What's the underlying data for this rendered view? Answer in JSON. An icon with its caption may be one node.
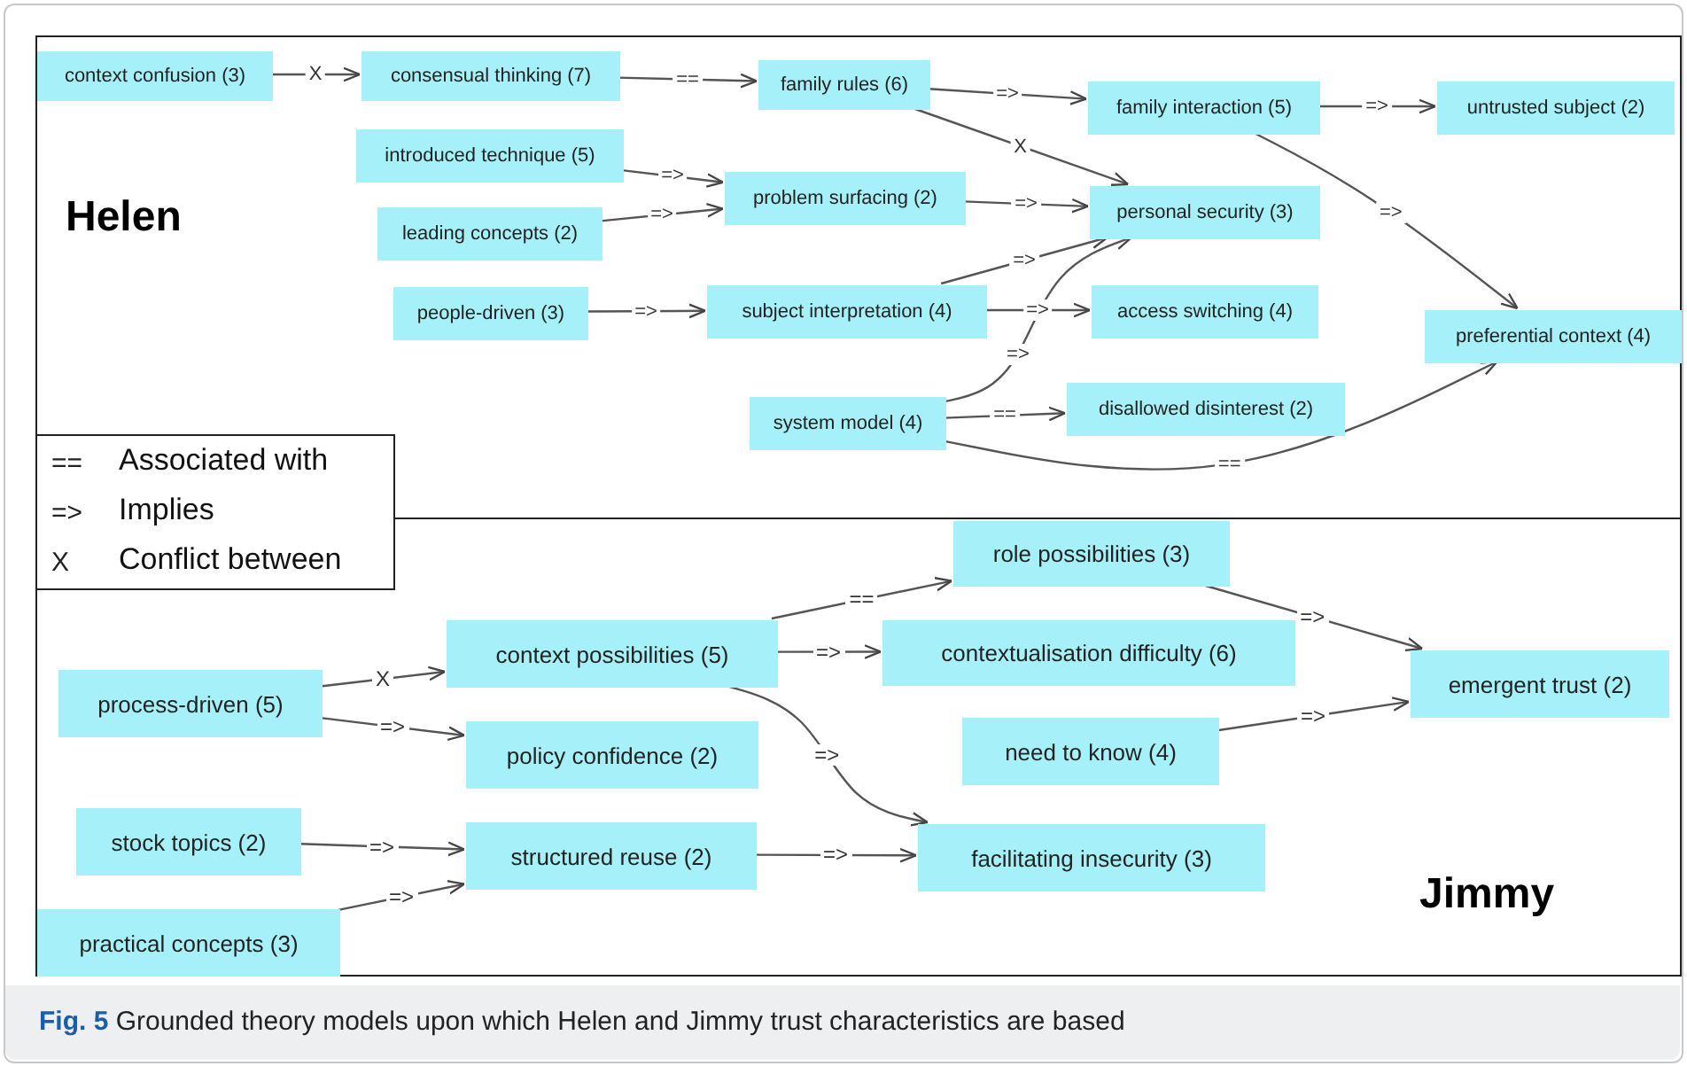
{
  "diagram": {
    "caption": "**Fig. 5** Grounded theory models upon which Helen and Jimmy trust characteristics are based",
    "nodes": [
      {
        "text": [
          "Helen"
        ]
      },
      {
        "text": [
          "context confusion (3)"
        ],
        "in": 0
      },
      {
        "text": [
          "consensual thinking (7)"
        ],
        "in": 0
      },
      {
        "text": [
          "family rules (6)"
        ],
        "in": 0
      },
      {
        "text": [
          "family interaction (5)"
        ],
        "in": 0
      },
      {
        "text": [
          "untrusted subject (2)"
        ],
        "in": 0
      },
      {
        "text": [
          "introduced technique (5)"
        ],
        "in": 0
      },
      {
        "text": [
          "problem surfacing (2)"
        ],
        "in": 0
      },
      {
        "text": [
          "leading concepts (2)"
        ],
        "in": 0
      },
      {
        "text": [
          "personal security (3)"
        ],
        "in": 0
      },
      {
        "text": [
          "people-driven (3)"
        ],
        "in": 0
      },
      {
        "text": [
          "subject interpretation (4)"
        ],
        "in": 0
      },
      {
        "text": [
          "access switching (4)"
        ],
        "in": 0
      },
      {
        "text": [
          "preferential context (4)"
        ],
        "in": 0
      },
      {
        "text": [
          "system model (4)"
        ],
        "in": 0
      },
      {
        "text": [
          "disallowed disinterest (2)"
        ],
        "in": 0
      },
      {
        "text": [
          "Jimmy"
        ]
      },
      {
        "text": [
          "role possibilities (3)"
        ],
        "in": 16
      },
      {
        "text": [
          "context possibilities (5)"
        ],
        "in": 16
      },
      {
        "text": [
          "contextualisation difficulty (6)"
        ],
        "in": 16
      },
      {
        "text": [
          "emergent trust (2)"
        ],
        "in": 16
      },
      {
        "text": [
          "process-driven (5)"
        ],
        "in": 16
      },
      {
        "text": [
          "policy confidence (2)"
        ],
        "in": 16
      },
      {
        "text": [
          "need to know (4)"
        ],
        "in": 16
      },
      {
        "text": [
          "stock topics (2)"
        ],
        "in": 16
      },
      {
        "text": [
          "structured reuse (2)"
        ],
        "in": 16
      },
      {
        "text": [
          "facilitating insecurity (3)"
        ],
        "in": 16
      },
      {
        "text": [
          "practical concepts (3)"
        ],
        "in": 16
      }
    ],
    "edges": [
      {
        "from": 1,
        "to": 2,
        "arrow": "to",
        "label": "X"
      },
      {
        "from": 2,
        "to": 3,
        "arrow": "to",
        "label": "=="
      },
      {
        "from": 3,
        "to": 4,
        "arrow": "to",
        "label": "=>"
      },
      {
        "from": 3,
        "to": 9,
        "arrow": "to",
        "label": "X"
      },
      {
        "from": 4,
        "to": 5,
        "arrow": "to",
        "label": "=>"
      },
      {
        "from": 4,
        "to": 13,
        "arrow": "to",
        "label": "=>"
      },
      {
        "from": 6,
        "to": 7,
        "arrow": "to",
        "label": "=>"
      },
      {
        "from": 8,
        "to": 7,
        "arrow": "to",
        "label": "=>"
      },
      {
        "from": 7,
        "to": 9,
        "arrow": "to",
        "label": "=>"
      },
      {
        "from": 10,
        "to": 11,
        "arrow": "to",
        "label": "=>"
      },
      {
        "from": 11,
        "to": 9,
        "arrow": "to",
        "label": "=>"
      },
      {
        "from": 11,
        "to": 12,
        "arrow": "to",
        "label": "=>"
      },
      {
        "from": 14,
        "to": 9,
        "arrow": "to",
        "label": "=>"
      },
      {
        "from": 14,
        "to": 15,
        "arrow": "to",
        "label": "=="
      },
      {
        "from": 14,
        "to": 13,
        "arrow": "to",
        "label": "=="
      },
      {
        "from": 21,
        "to": 18,
        "arrow": "to",
        "label": "X"
      },
      {
        "from": 21,
        "to": 22,
        "arrow": "to",
        "label": "=>"
      },
      {
        "from": 18,
        "to": 17,
        "arrow": "to",
        "label": "=="
      },
      {
        "from": 18,
        "to": 19,
        "arrow": "to",
        "label": "=>"
      },
      {
        "from": 18,
        "to": 26,
        "arrow": "to",
        "label": "=>"
      },
      {
        "from": 17,
        "to": 20,
        "arrow": "to",
        "label": "=>"
      },
      {
        "from": 23,
        "to": 20,
        "arrow": "to",
        "label": "=>"
      },
      {
        "from": 24,
        "to": 25,
        "arrow": "to",
        "label": "=>"
      },
      {
        "from": 27,
        "to": 25,
        "arrow": "to",
        "label": "=>"
      },
      {
        "from": 25,
        "to": 26,
        "arrow": "to",
        "label": "=>"
      }
    ],
    "labels": [
      "==",
      "=>",
      "X"
    ],
    "legend": [
      {
        "text": "Associated with"
      },
      {
        "text": "Implies"
      },
      {
        "text": "Conflict between"
      }
    ]
  }
}
